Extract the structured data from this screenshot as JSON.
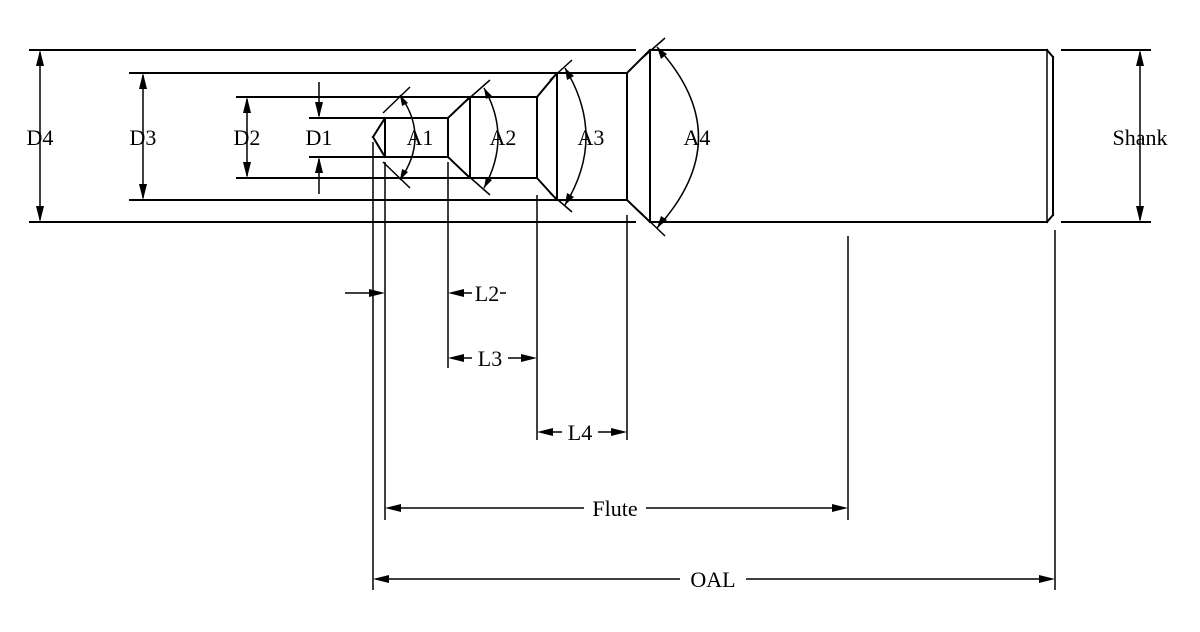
{
  "labels": {
    "d4": "D4",
    "d3": "D3",
    "d2": "D2",
    "d1": "D1",
    "a1": "A1",
    "a2": "A2",
    "a3": "A3",
    "a4": "A4",
    "shank": "Shank",
    "l2": "L2",
    "l3": "L3",
    "l4": "L4",
    "flute": "Flute",
    "oal": "OAL"
  }
}
